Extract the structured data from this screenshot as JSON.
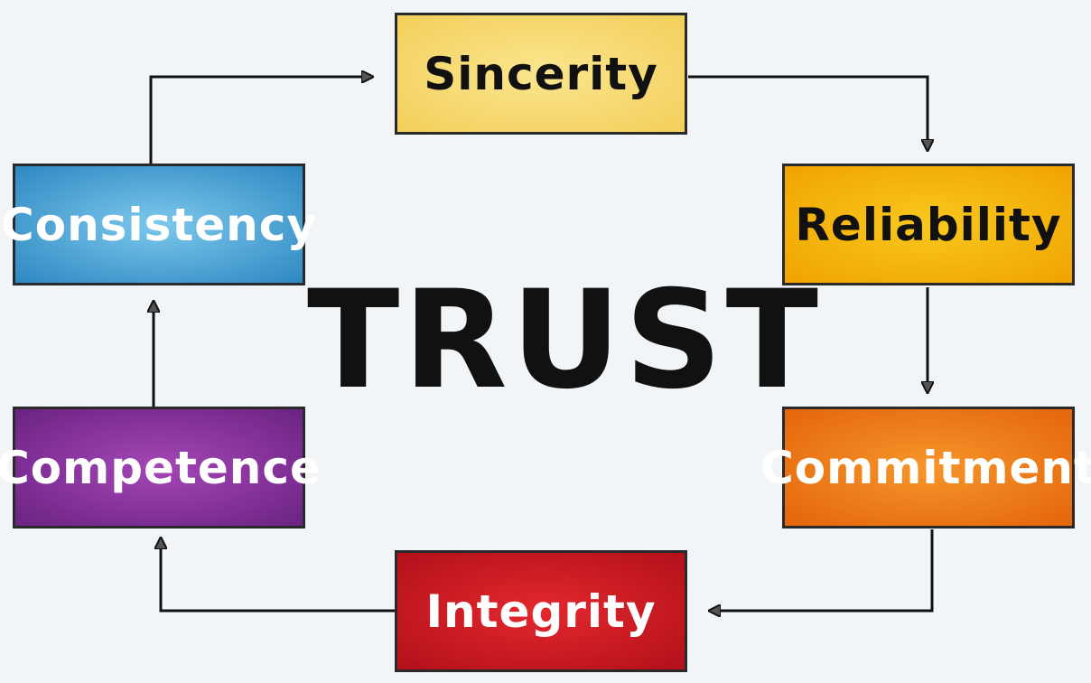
{
  "center_label": "TRUST",
  "nodes": [
    {
      "label": "Sincerity",
      "color": "#f2cf5a"
    },
    {
      "label": "Reliability",
      "color": "#f0a200"
    },
    {
      "label": "Commitment",
      "color": "#e4650a"
    },
    {
      "label": "Integrity",
      "color": "#b2101a"
    },
    {
      "label": "Competence",
      "color": "#6b2283"
    },
    {
      "label": "Consistency",
      "color": "#2e88c2"
    }
  ],
  "flow": [
    "Sincerity",
    "Reliability",
    "Commitment",
    "Integrity",
    "Competence",
    "Consistency",
    "Sincerity"
  ]
}
